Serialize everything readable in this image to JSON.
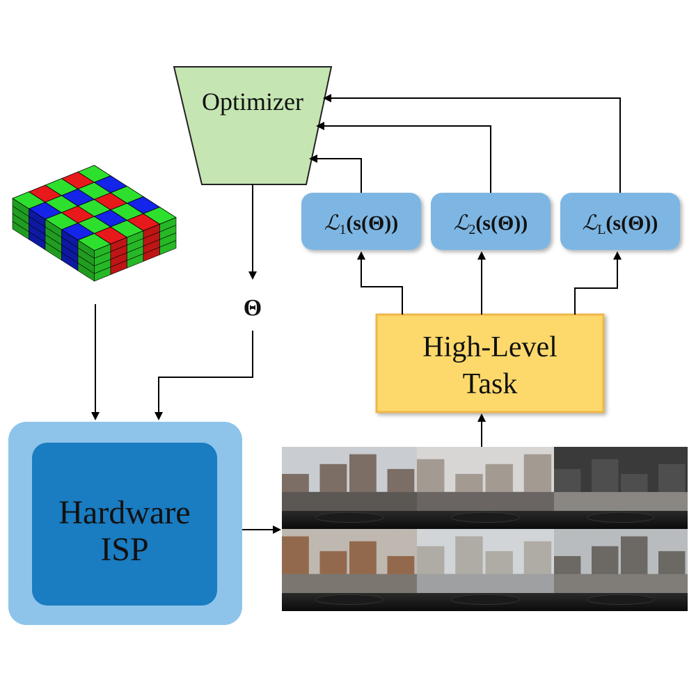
{
  "optimizer": {
    "label": "Optimizer"
  },
  "theta": {
    "label": "Θ"
  },
  "losses": [
    {
      "symbol": "ℒ",
      "subscript": "1",
      "expr": "(s(Θ))"
    },
    {
      "symbol": "ℒ",
      "subscript": "2",
      "expr": "(s(Θ))"
    },
    {
      "symbol": "ℒ",
      "subscript": "L",
      "expr": "(s(Θ))"
    }
  ],
  "task": {
    "line1": "High-Level",
    "line2": "Task"
  },
  "isp": {
    "line1": "Hardware",
    "line2": "ISP"
  },
  "colors": {
    "optimizer_fill": "#c5e5b2",
    "loss_fill": "#7db6e3",
    "task_fill": "#fcd96b",
    "isp_outer": "#8ec4ea",
    "isp_inner": "#1a7cc1",
    "bayer_red": "#e8191b",
    "bayer_green": "#2ee02e",
    "bayer_blue": "#1424e8"
  },
  "photos": [
    {
      "name": "street-scene-photo"
    },
    {
      "name": "firetruck-scene-photo"
    },
    {
      "name": "parking-garage-photo"
    },
    {
      "name": "pedestrian-sidewalk-photo"
    },
    {
      "name": "snowy-street-photo"
    },
    {
      "name": "winter-road-photo"
    }
  ]
}
